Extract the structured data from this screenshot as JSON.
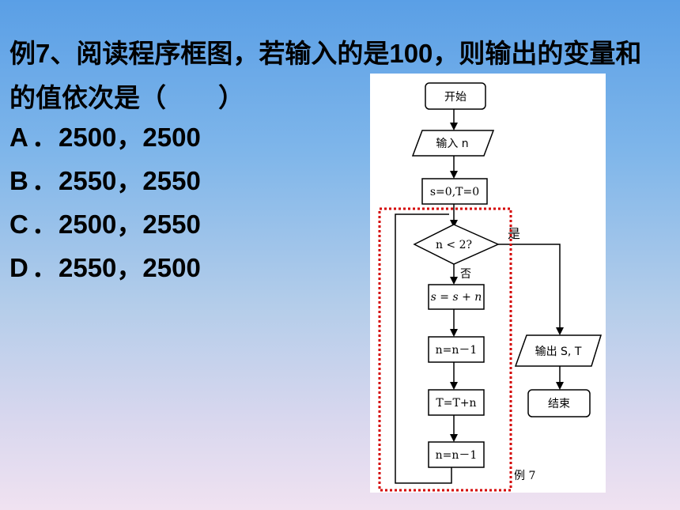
{
  "question": {
    "text": "例7、阅读程序框图，若输入的是100，则输出的变量和的值依次是（　　）"
  },
  "options": [
    {
      "letter": "A",
      "sep": "．",
      "text": "2500，2500"
    },
    {
      "letter": "B",
      "sep": "．",
      "text": "2550，2550"
    },
    {
      "letter": "C",
      "sep": "．",
      "text": "2500，2550"
    },
    {
      "letter": "D",
      "sep": "．",
      "text": "2550，2500"
    }
  ],
  "flowchart": {
    "start": "开始",
    "input": "输入 n",
    "init": "s=0,T=0",
    "condition": "n < 2?",
    "yes_label": "是",
    "no_label": "否",
    "step1": "s = s + n",
    "step2": "n=n－1",
    "step3": "T=T+n",
    "step4": "n=n－1",
    "output": "输出 S, T",
    "end": "结束",
    "caption": "例 7",
    "highlight_color": "#d40000"
  }
}
